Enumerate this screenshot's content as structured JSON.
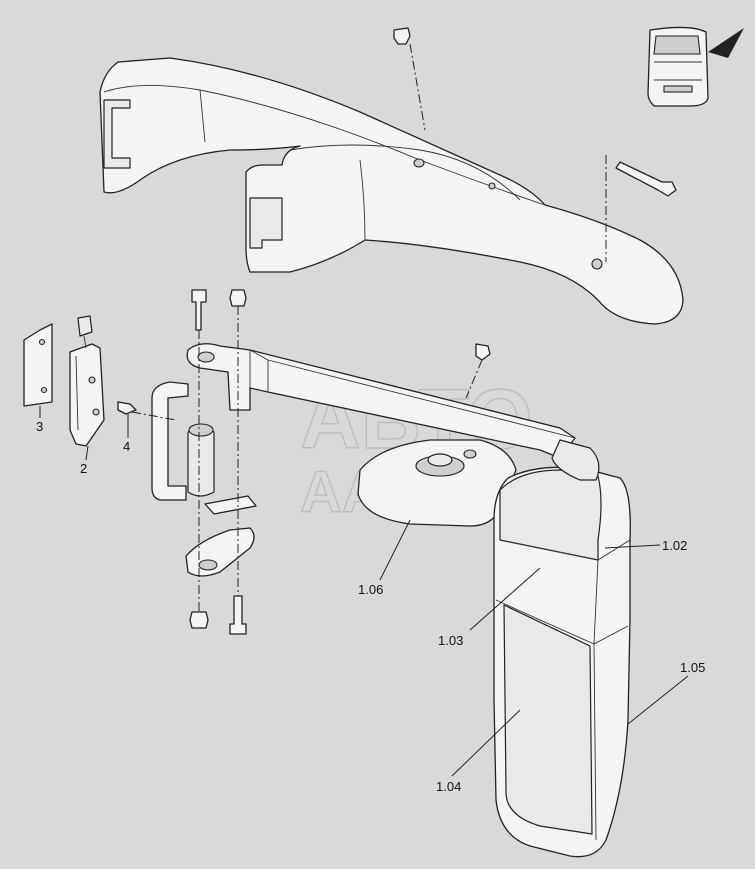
{
  "watermark": {
    "line1": "АВТО",
    "line2": "ААВИС"
  },
  "callouts": [
    {
      "id": "1.02",
      "label": "1.02"
    },
    {
      "id": "1.03",
      "label": "1.03"
    },
    {
      "id": "1.04",
      "label": "1.04"
    },
    {
      "id": "1.05",
      "label": "1.05"
    },
    {
      "id": "1.06",
      "label": "1.06"
    },
    {
      "id": "2",
      "label": "2"
    },
    {
      "id": "3",
      "label": "3"
    },
    {
      "id": "4",
      "label": "4"
    }
  ]
}
